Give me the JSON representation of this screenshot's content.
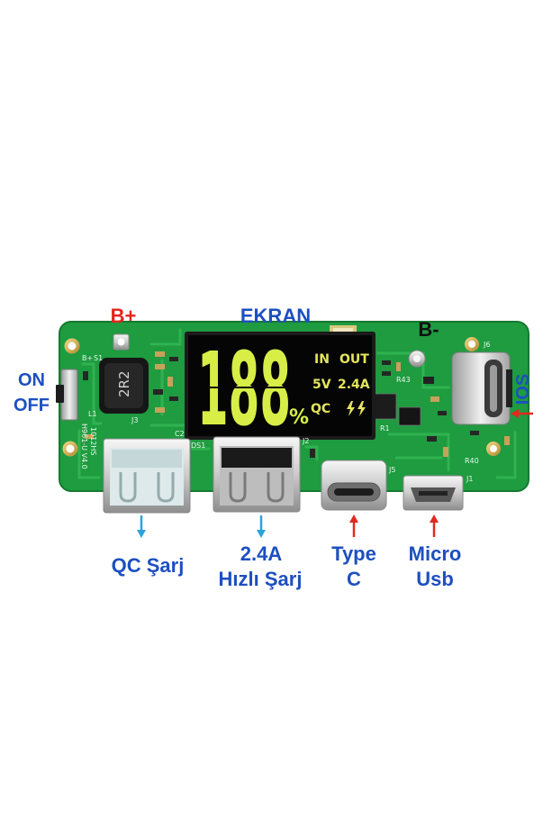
{
  "labels": {
    "b_plus": "B+",
    "ekran": "EKRAN",
    "b_minus": "B-",
    "switch_on": "ON",
    "switch_off": "OFF",
    "ios": "IOS",
    "qc_sarj": "QC Şarj",
    "fast_line1": "2.4A",
    "fast_line2": "Hızlı Şarj",
    "typec_line1": "Type",
    "typec_line2": "C",
    "micro_line1": "Micro",
    "micro_line2": "Usb"
  },
  "lcd": {
    "digits": "188",
    "percent": "%",
    "in": "IN",
    "out": "OUT",
    "voltage": "5V",
    "current": "2.4A",
    "qc": "QC",
    "charge_icon": "lightning-icon"
  },
  "silkscreen": {
    "b_plus_pad": "B+",
    "s1": "S1",
    "inductor_marking": "2R2",
    "l1": "L1",
    "j3": "J3",
    "model": "H961-U V4.0",
    "code": "1012HS",
    "c2": "C2",
    "ds1": "DS1",
    "j2": "J2",
    "j5": "J5",
    "j1": "J1",
    "j6": "J6",
    "r40": "R40",
    "r43": "R43",
    "r1": "R1"
  },
  "arrows": [
    {
      "icon": "arrow-down-icon",
      "color": "#2aa3df"
    },
    {
      "icon": "arrow-down-icon",
      "color": "#2aa3df"
    },
    {
      "icon": "arrow-up-icon",
      "color": "#e2291f"
    },
    {
      "icon": "arrow-up-icon",
      "color": "#e2291f"
    },
    {
      "icon": "arrow-left-icon",
      "color": "#e2291f"
    }
  ],
  "colors": {
    "label_blue": "#1d4fc0",
    "label_red": "#e3241b",
    "label_black": "#111111",
    "lcd_seg": "#d8ee47",
    "lcd_text": "#e4e55c",
    "pcb": "#1f9b40",
    "pcb_trace": "#33b956",
    "silk": "#e9f6ea"
  }
}
